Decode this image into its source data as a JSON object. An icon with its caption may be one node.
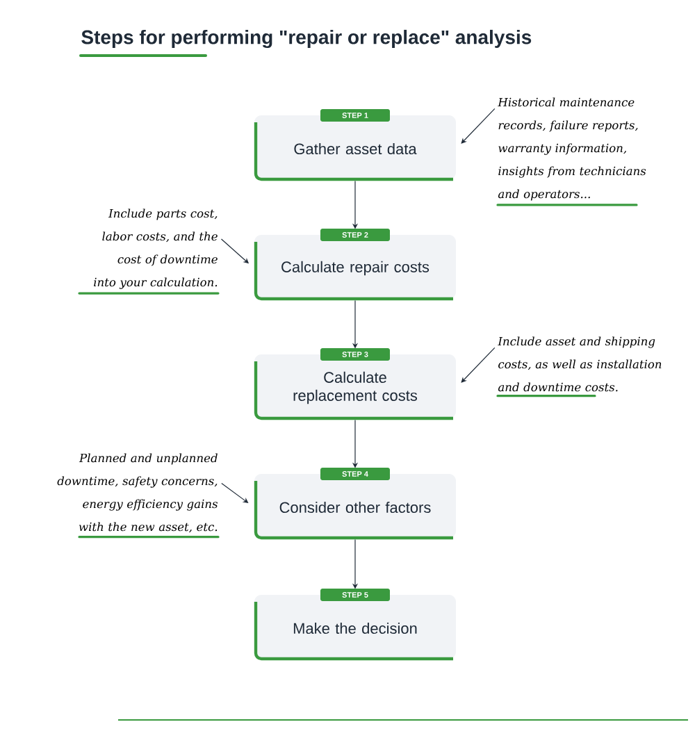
{
  "diagram": {
    "title": "Steps for performing \"repair or replace\" analysis",
    "nodes": [
      {
        "text": [
          "STEP 1",
          "Gather asset data"
        ]
      },
      {
        "text": [
          "Historical maintenance records, failure reports, warranty information, insights from technicians and operators..."
        ]
      },
      {
        "text": [
          "Include parts cost, labor costs, and the cost of downtime into your calculation."
        ]
      },
      {
        "text": [
          "STEP 2",
          "Calculate repair costs"
        ]
      },
      {
        "text": [
          "STEP 3",
          "Calculate replacement costs"
        ]
      },
      {
        "text": [
          "Include asset and shipping costs, as well as installation and downtime costs."
        ]
      },
      {
        "text": [
          "Planned and unplanned downtime, safety concerns, energy efficiency gains with the new asset, etc."
        ]
      },
      {
        "text": [
          "STEP 4",
          "Consider other factors"
        ]
      },
      {
        "text": [
          "STEP 5",
          "Make the decision"
        ]
      }
    ],
    "edges": [
      {
        "from": 0,
        "to": 3,
        "arrow": "to"
      },
      {
        "from": 3,
        "to": 4,
        "arrow": "to"
      },
      {
        "from": 4,
        "to": 7,
        "arrow": "to"
      },
      {
        "from": 7,
        "to": 8,
        "arrow": "to"
      },
      {
        "from": 1,
        "to": 0,
        "arrow": "to"
      },
      {
        "from": 2,
        "to": 3,
        "arrow": "to"
      },
      {
        "from": 5,
        "to": 4,
        "arrow": "to"
      },
      {
        "from": 6,
        "to": 7,
        "arrow": "to"
      }
    ]
  }
}
